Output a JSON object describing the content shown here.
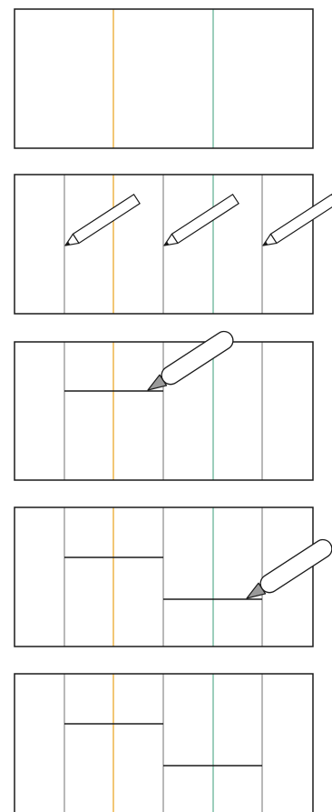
{
  "diagram": {
    "colors": {
      "panel_border": "#1a1a1a",
      "fold_line_left": "#e8a21c",
      "fold_line_right": "#5aad8f",
      "pencil_line": "#8a8a8a",
      "cut_line": "#1a1a1a",
      "pencil_body": "#ffffff",
      "pencil_outline": "#1a1a1a",
      "knife_blade": "#9a9a9a"
    },
    "steps": [
      {
        "step": 1,
        "description_icon": "blank-sheet-with-fold-guides"
      },
      {
        "step": 2,
        "description_icon": "pencil-icon",
        "tool_count": 3
      },
      {
        "step": 3,
        "description_icon": "craft-knife-icon"
      },
      {
        "step": 4,
        "description_icon": "craft-knife-icon"
      },
      {
        "step": 5,
        "description_icon": "finished-cuts"
      }
    ]
  }
}
